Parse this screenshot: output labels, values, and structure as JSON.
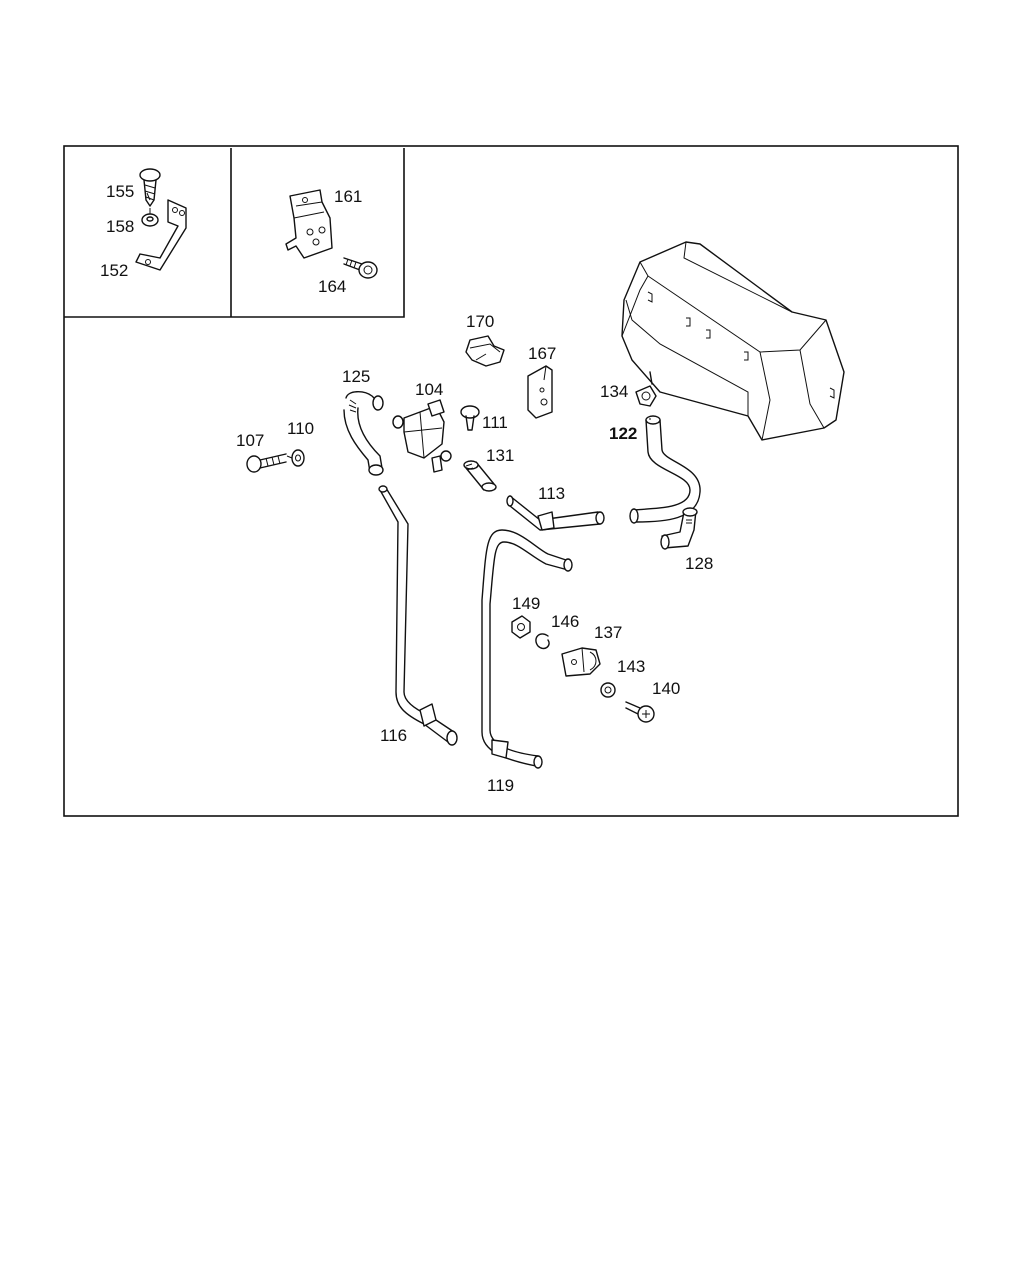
{
  "callouts": {
    "p155": "155",
    "p158": "158",
    "p152": "152",
    "p161": "161",
    "p164": "164",
    "p170": "170",
    "p167": "167",
    "p125": "125",
    "p104": "104",
    "p111": "111",
    "p107": "107",
    "p110": "110",
    "p131": "131",
    "p113": "113",
    "p134": "134",
    "p122": "122",
    "p128": "128",
    "p149": "149",
    "p146": "146",
    "p137": "137",
    "p143": "143",
    "p140": "140",
    "p116": "116",
    "p119": "119"
  }
}
